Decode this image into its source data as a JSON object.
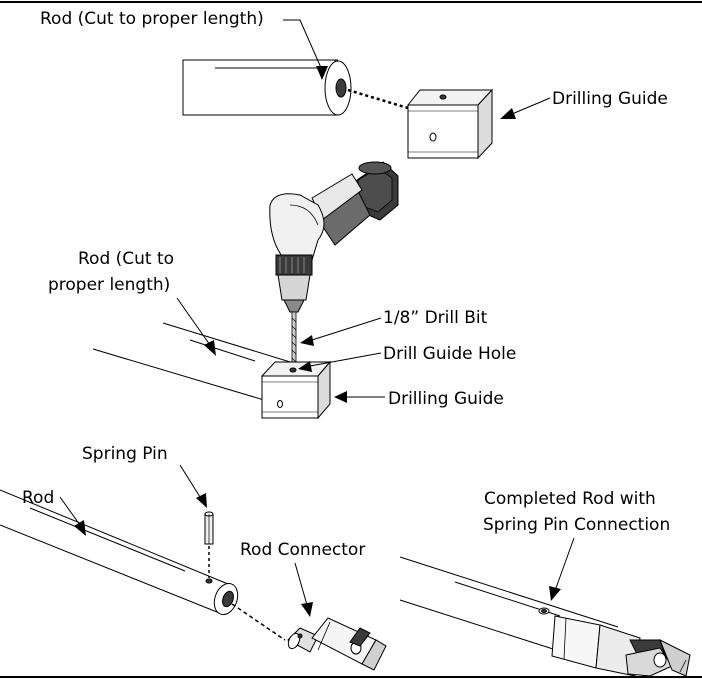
{
  "labels": {
    "rod_top": "Rod (Cut to proper length)",
    "drilling_guide_top": "Drilling Guide",
    "rod_mid_line1": "Rod (Cut to",
    "rod_mid_line2": "proper length)",
    "drill_bit": "1/8” Drill Bit",
    "drill_guide_hole": "Drill Guide Hole",
    "drilling_guide_mid": "Drilling Guide",
    "spring_pin": "Spring Pin",
    "rod_bottom": "Rod",
    "rod_connector": "Rod Connector",
    "completed_line1": "Completed Rod with",
    "completed_line2": "Spring Pin Connection"
  }
}
